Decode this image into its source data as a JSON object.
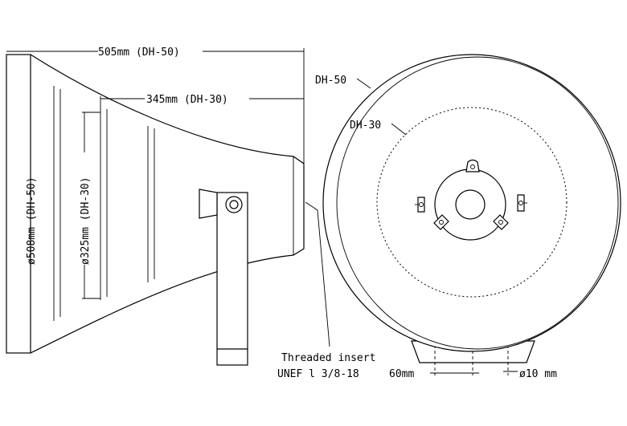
{
  "labels": {
    "dim_length_dh50": "505mm (DH-50)",
    "dim_length_dh30": "345mm (DH-30)",
    "dim_dia_dh50": "ø508mm (DH-50)",
    "dim_dia_dh30": "ø325mm (DH-30)",
    "front_dh50": "DH-50",
    "front_dh30": "DH-30",
    "thread_line1": "Threaded insert",
    "thread_line2": "UNEF l 3/8-18",
    "bracket_width": "60mm",
    "hole_dia": "ø10 mm"
  }
}
